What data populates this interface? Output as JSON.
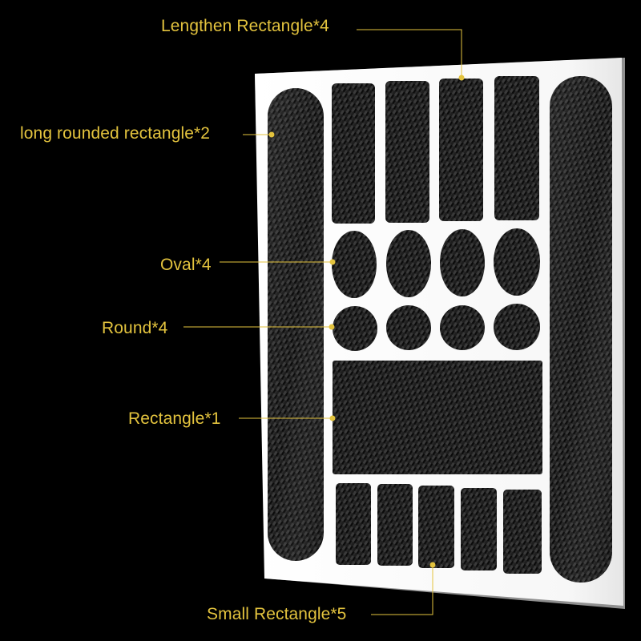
{
  "colors": {
    "background": "#000000",
    "sheet": "#ffffff",
    "sheet_shadow": "#9a9a9a",
    "sticker_base": "#161616",
    "weave_dark": "#060606",
    "weave_light": "#3e3e3e",
    "callout": "#e3c33e"
  },
  "callouts": {
    "lengthen_rectangle": "Lengthen Rectangle*4",
    "long_rounded_rectangle": "long rounded rectangle*2",
    "oval": "Oval*4",
    "round": "Round*4",
    "rectangle": "Rectangle*1",
    "small_rectangle": "Small Rectangle*5"
  }
}
